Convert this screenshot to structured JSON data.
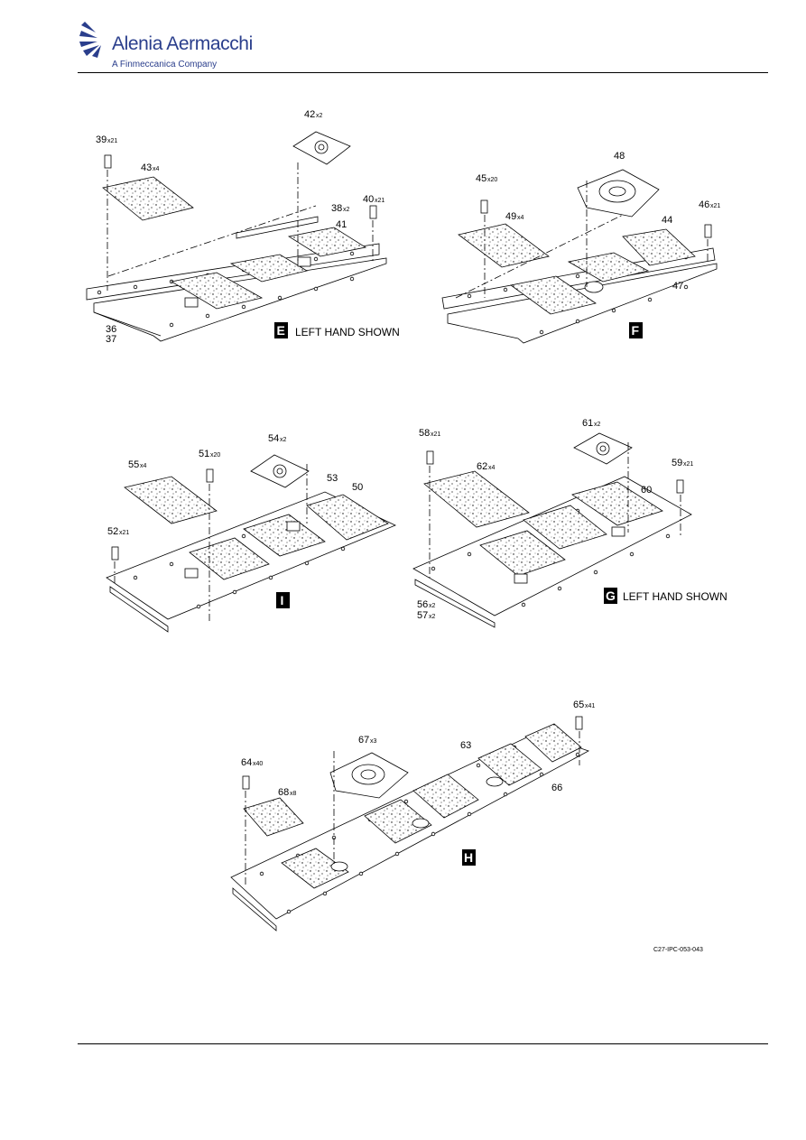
{
  "header": {
    "brand": "Alenia Aermacchi",
    "subtitle": "A Finmeccanica Company",
    "brand_color": "#2a3e8c",
    "logo_icon": "aermacchi-swoosh-icon"
  },
  "views": {
    "E": {
      "letter": "E",
      "caption": "LEFT HAND SHOWN",
      "labels": {
        "p39": "39",
        "q39": "x21",
        "p42": "42",
        "q42": "x2",
        "p43": "43",
        "q43": "x4",
        "p38": "38",
        "q38": "x2",
        "p40": "40",
        "q40": "x21",
        "p41": "41",
        "p36": "36",
        "p37": "37"
      }
    },
    "F": {
      "letter": "F",
      "labels": {
        "p48": "48",
        "p45": "45",
        "q45": "x20",
        "p49": "49",
        "q49": "x4",
        "p46": "46",
        "q46": "x21",
        "p44": "44",
        "p47": "47"
      }
    },
    "I": {
      "letter": "I",
      "labels": {
        "p54": "54",
        "q54": "x2",
        "p51": "51",
        "q51": "x20",
        "p55": "55",
        "q55": "x4",
        "p53": "53",
        "p50": "50",
        "p52": "52",
        "q52": "x21"
      }
    },
    "G": {
      "letter": "G",
      "caption": "LEFT HAND SHOWN",
      "labels": {
        "p61": "61",
        "q61": "x2",
        "p58": "58",
        "q58": "x21",
        "p62": "62",
        "q62": "x4",
        "p59": "59",
        "q59": "x21",
        "p60": "60",
        "p56": "56",
        "q56": "x2",
        "p57": "57",
        "q57": "x2"
      }
    },
    "H": {
      "letter": "H",
      "labels": {
        "p65": "65",
        "q65": "x41",
        "p67": "67",
        "q67": "x3",
        "p63": "63",
        "p64": "64",
        "q64": "x40",
        "p68": "68",
        "q68": "x8",
        "p66": "66"
      }
    }
  },
  "figure_ref": "C27-IPC-053-043"
}
